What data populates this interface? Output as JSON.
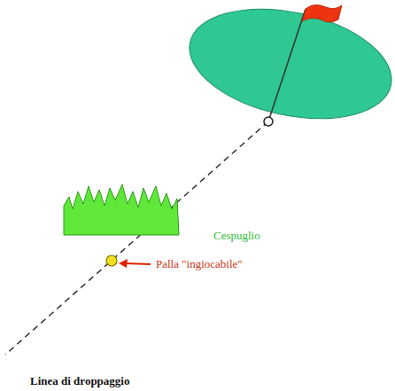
{
  "diagram": {
    "labels": [
      "Cespuglio",
      "Palla \"ingiocabile\"",
      "Linea di droppaggio"
    ]
  }
}
